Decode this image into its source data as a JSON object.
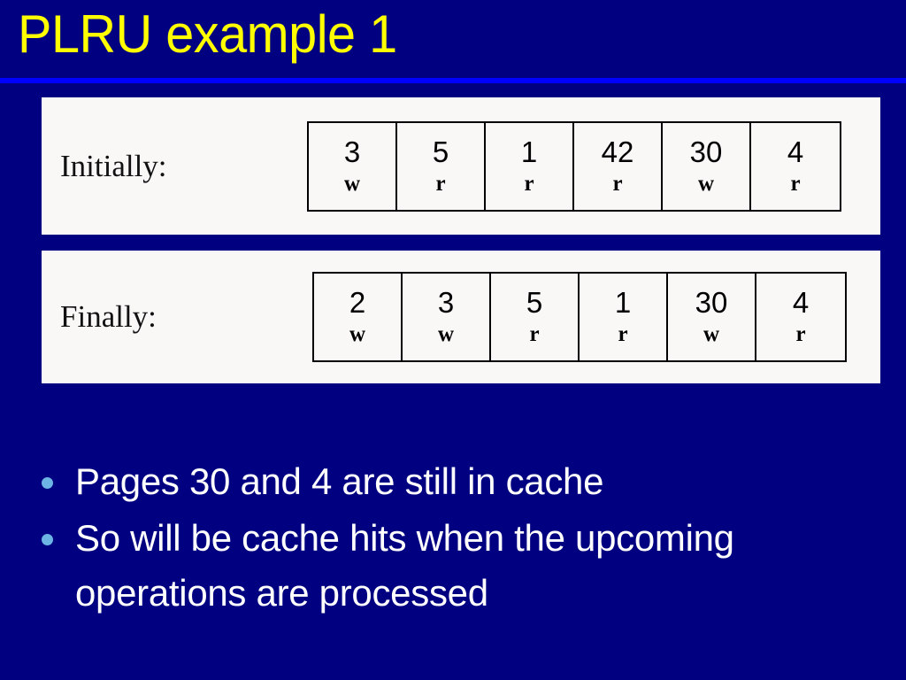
{
  "slide": {
    "title": "PLRU example 1",
    "title_color": "#FFFF00",
    "background_color": "#000080",
    "rule_color": "#0000FF",
    "panel_color": "#FAF7F7",
    "bullet_marker_color": "#6CB4E4",
    "body_text_color": "#FFFFFF"
  },
  "rows": [
    {
      "label": "Initially:",
      "cells": [
        {
          "page": "3",
          "op": "w"
        },
        {
          "page": "5",
          "op": "r"
        },
        {
          "page": "1",
          "op": "r"
        },
        {
          "page": "42",
          "op": "r"
        },
        {
          "page": "30",
          "op": "w"
        },
        {
          "page": "4",
          "op": "r"
        }
      ]
    },
    {
      "label": "Finally:",
      "cells": [
        {
          "page": "2",
          "op": "w"
        },
        {
          "page": "3",
          "op": "w"
        },
        {
          "page": "5",
          "op": "r"
        },
        {
          "page": "1",
          "op": "r"
        },
        {
          "page": "30",
          "op": "w"
        },
        {
          "page": "4",
          "op": "r"
        }
      ]
    }
  ],
  "bullets": [
    {
      "text": "Pages 30 and 4 are still in cache"
    },
    {
      "text": "So will be cache hits when the upcoming operations are processed"
    }
  ]
}
